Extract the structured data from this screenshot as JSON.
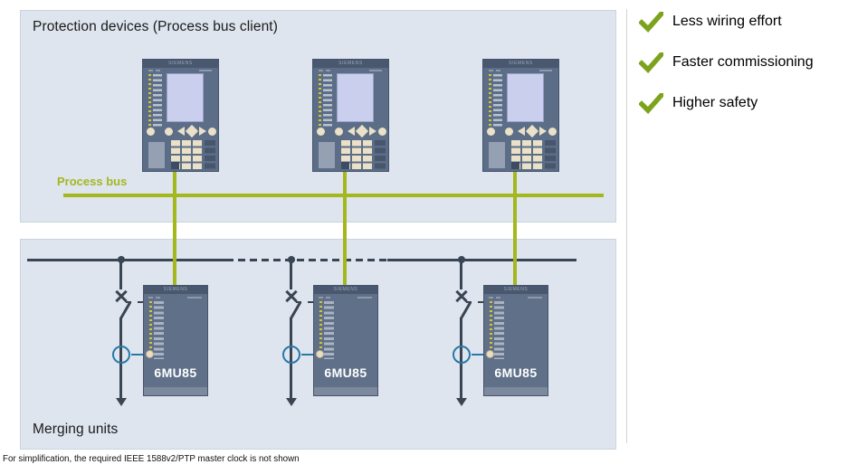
{
  "top_panel": {
    "title": "Protection devices (Process bus client)"
  },
  "process_bus": {
    "label": "Process bus"
  },
  "devices": {
    "brand": "SIEMENS"
  },
  "merging": {
    "title": "Merging units",
    "brand": "SIEMENS",
    "model": "6MU85"
  },
  "benefits": [
    {
      "label": "Less wiring effort"
    },
    {
      "label": "Faster commissioning"
    },
    {
      "label": "Higher safety"
    }
  ],
  "footnote": "For simplification, the required IEEE 1588v2/PTP master clock is not shown",
  "colors": {
    "panel_bg": "#dee5ee",
    "panel_border": "#c9d3e0",
    "bus_green": "#a4b71d",
    "check_green": "#7da31c",
    "line_dark": "#3a4554",
    "device_body": "#5c6d87",
    "device_screen": "#cbcfee",
    "key_beige": "#eae1c8",
    "ct_blue": "#2878a8",
    "model_text": "#ffffff"
  }
}
